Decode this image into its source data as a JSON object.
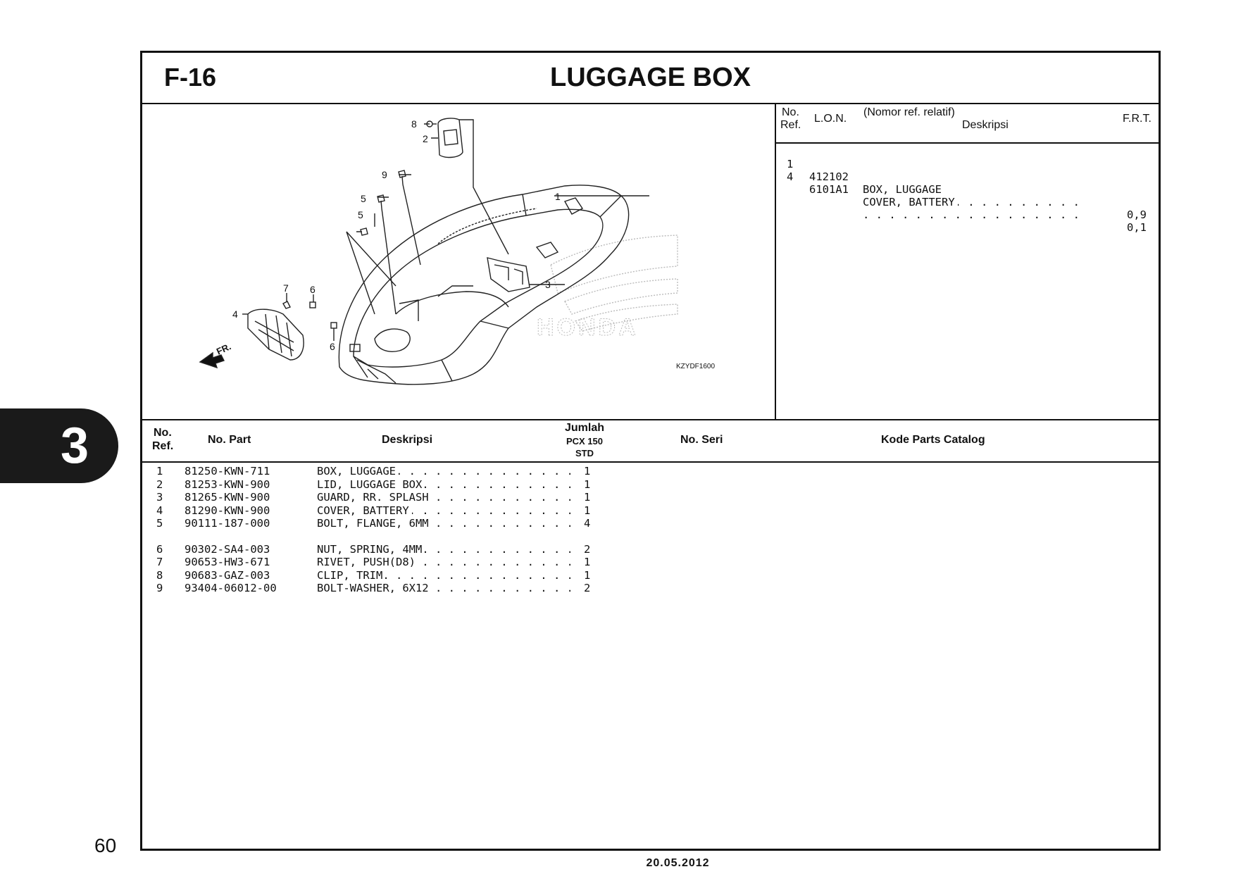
{
  "header": {
    "figure_code": "F-16",
    "title": "LUGGAGE BOX"
  },
  "diagram": {
    "callouts": [
      "8",
      "2",
      "9",
      "5",
      "5",
      "1",
      "3",
      "7",
      "6",
      "4",
      "6"
    ],
    "direction_label": "FR.",
    "code": "KZYDF1600",
    "watermark": "HONDA"
  },
  "frt_table": {
    "headers": {
      "no": "No.",
      "ref": "Ref.",
      "lon": "L.O.N.",
      "nomor": "(Nomor ref. relatif)",
      "deskripsi": "Deskripsi",
      "frt": "F.R.T."
    },
    "rows": [
      {
        "no": "1",
        "lon": "412102",
        "desc": "BOX, LUGGAGE",
        "frt": "0,9"
      },
      {
        "no": "4",
        "lon": "6101A1",
        "desc": "COVER, BATTERY",
        "frt": "0,1"
      }
    ]
  },
  "parts_table": {
    "headers": {
      "no": "No.",
      "ref": "Ref.",
      "part": "No. Part",
      "desc": "Deskripsi",
      "jumlah": "Jumlah",
      "model": "PCX 150",
      "std": "STD",
      "seri": "No. Seri",
      "kode": "Kode Parts Catalog"
    },
    "rows": [
      {
        "no": "1",
        "part": "81250-KWN-711",
        "desc": "BOX, LUGGAGE",
        "qty": "1"
      },
      {
        "no": "2",
        "part": "81253-KWN-900",
        "desc": "LID, LUGGAGE BOX",
        "qty": "1"
      },
      {
        "no": "3",
        "part": "81265-KWN-900",
        "desc": "GUARD, RR. SPLASH",
        "qty": "1"
      },
      {
        "no": "4",
        "part": "81290-KWN-900",
        "desc": "COVER, BATTERY",
        "qty": "1"
      },
      {
        "no": "5",
        "part": "90111-187-000",
        "desc": "BOLT, FLANGE, 6MM",
        "qty": "4"
      },
      {
        "no": "6",
        "part": "90302-SA4-003",
        "desc": "NUT, SPRING, 4MM",
        "qty": "2"
      },
      {
        "no": "7",
        "part": "90653-HW3-671",
        "desc": "RIVET, PUSH(D8)",
        "qty": "1"
      },
      {
        "no": "8",
        "part": "90683-GAZ-003",
        "desc": "CLIP, TRIM",
        "qty": "1"
      },
      {
        "no": "9",
        "part": "93404-06012-00",
        "desc": "BOLT-WASHER, 6X12",
        "qty": "2"
      }
    ]
  },
  "section_tab": "3",
  "page_number": "60",
  "date": "20.05.2012"
}
